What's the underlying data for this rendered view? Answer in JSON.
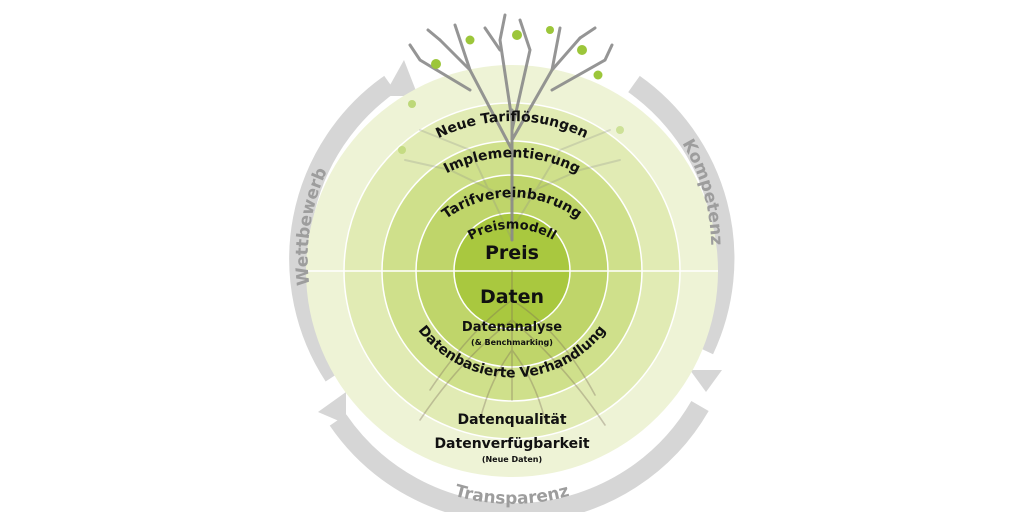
{
  "colors": {
    "ring_outer": "#eef3d6",
    "ring_2": "#e1ebb4",
    "ring_3": "#cfe08b",
    "ring_4": "#bfd56a",
    "core": "#a9c83f",
    "arrow": "#d6d6d6",
    "arrow_text": "#9d9d9d",
    "tree": "#8a8a8a",
    "apple": "#9cc63a"
  },
  "center": {
    "top": "Preis",
    "bottom": "Daten"
  },
  "upper_rings": {
    "r1": "Preismodell",
    "r2": "Tarifvereinbarung",
    "r3": "Implementierung",
    "r4": "Neue Tariflösungen"
  },
  "lower_rings": {
    "r1": "Datenanalyse",
    "r1_sub": "(& Benchmarking)",
    "r2": "Datenbasierte Verhandlung",
    "r3": "Datenqualität",
    "r4": "Datenverfügbarkeit",
    "r4_sub": "(Neue Daten)"
  },
  "cycle_labels": {
    "left": "Wettbewerb",
    "right": "Kompetenz",
    "bottom": "Transparenz"
  }
}
